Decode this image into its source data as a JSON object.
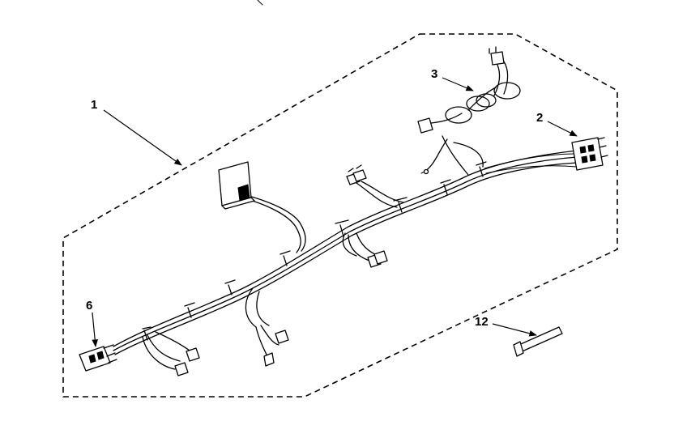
{
  "callouts": {
    "item_1": "1",
    "item_2": "2",
    "item_3": "3",
    "item_6": "6",
    "item_12": "12"
  }
}
